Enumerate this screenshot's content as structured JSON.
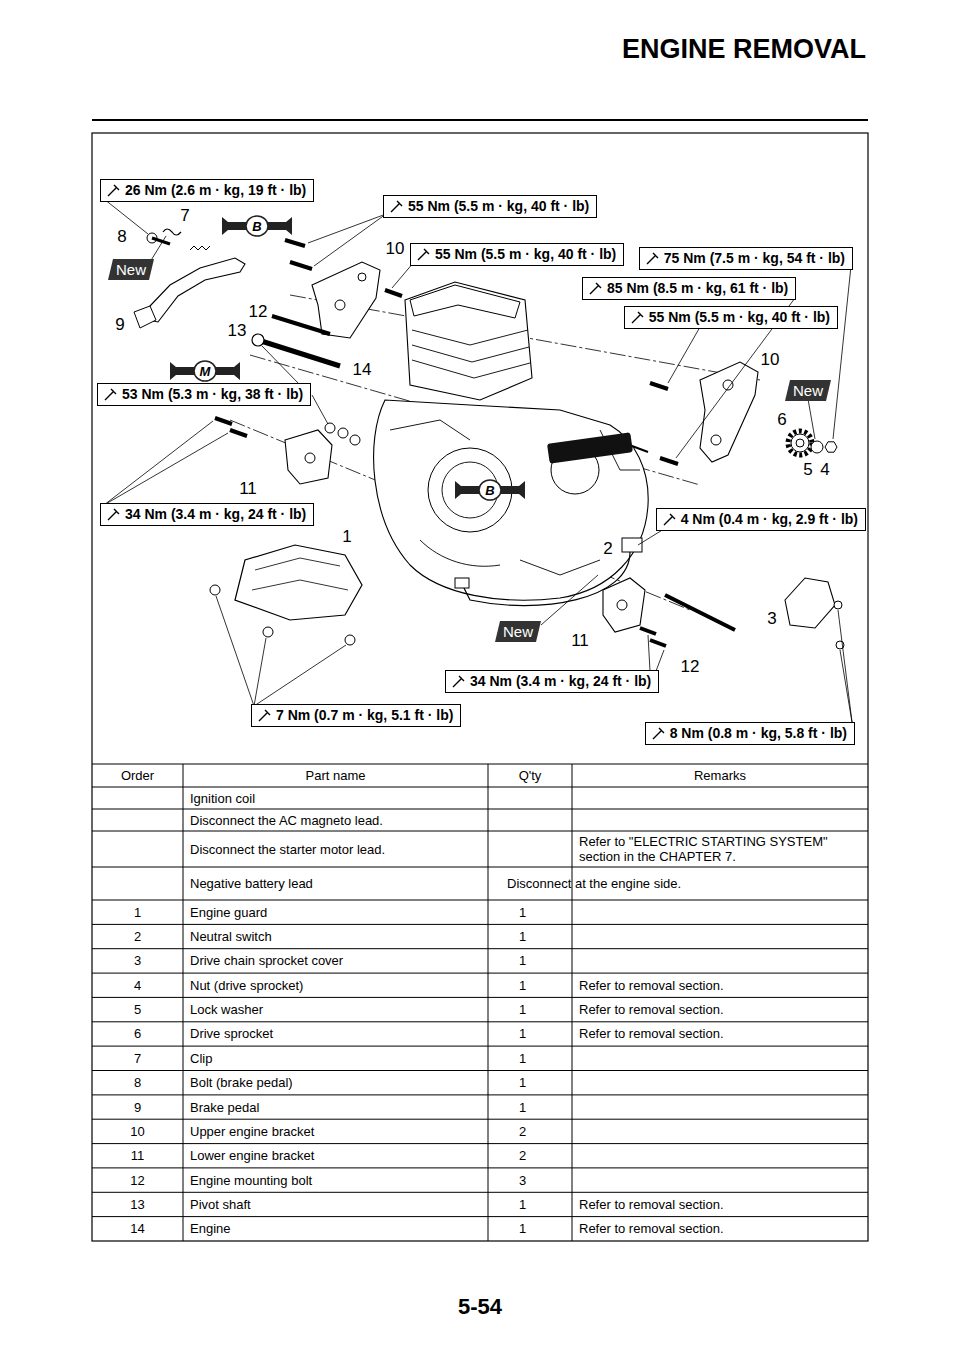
{
  "diagram": {
    "title": "ENGINE REMOVAL",
    "nodes": [
      {
        "text": [
          "26 Nm (2.6 m · kg, 19 ft · lb)"
        ]
      },
      {
        "text": [
          "55 Nm (5.5 m · kg, 40 ft · lb)"
        ]
      },
      {
        "text": [
          "B"
        ]
      },
      {
        "text": [
          "55 Nm (5.5 m · kg, 40 ft · lb)"
        ]
      },
      {
        "text": [
          "75 Nm (7.5 m · kg, 54 ft · lb)"
        ]
      },
      {
        "text": [
          "New"
        ]
      },
      {
        "text": [
          "85 Nm (8.5 m · kg, 61 ft · lb)"
        ]
      },
      {
        "text": [
          "55 Nm (5.5 m · kg, 40 ft · lb)"
        ]
      },
      {
        "text": [
          "M"
        ]
      },
      {
        "text": [
          "53 Nm (5.3 m · kg, 38 ft · lb)"
        ]
      },
      {
        "text": [
          "New"
        ]
      },
      {
        "text": [
          "34 Nm (3.4 m · kg, 24 ft · lb)"
        ]
      },
      {
        "text": [
          "B"
        ]
      },
      {
        "text": [
          "4 Nm (0.4 m · kg, 2.9 ft · lb)"
        ]
      },
      {
        "text": [
          "New"
        ]
      },
      {
        "text": [
          "34 Nm (3.4 m · kg, 24 ft · lb)"
        ]
      },
      {
        "text": [
          "7 Nm (0.7 m · kg, 5.1 ft · lb)"
        ]
      },
      {
        "text": [
          "8 Nm (0.8 m · kg, 5.8 ft · lb)"
        ]
      }
    ],
    "labels": [
      "7",
      "8",
      "9",
      "10",
      "12",
      "13",
      "14",
      "11",
      "1",
      "2",
      "10",
      "6",
      "5",
      "4",
      "11",
      "12",
      "3",
      "Order",
      "Part name",
      "Q'ty",
      "Remarks",
      "Ignition coil",
      "Disconnect the AC magneto lead.",
      "Disconnect the starter motor lead.",
      "Refer to \"ELECTRIC STARTING SYSTEM\" section in the CHAPTER 7.",
      "Negative battery lead",
      "Disconnect at the engine side.",
      "1",
      "Engine guard",
      "1",
      "2",
      "Neutral switch",
      "1",
      "3",
      "Drive chain sprocket cover",
      "1",
      "4",
      "Nut (drive sprocket)",
      "1",
      "Refer to removal section.",
      "5",
      "Lock washer",
      "1",
      "Refer to removal section.",
      "6",
      "Drive sprocket",
      "1",
      "Refer to removal section.",
      "7",
      "Clip",
      "1",
      "8",
      "Bolt (brake pedal)",
      "1",
      "9",
      "Brake pedal",
      "1",
      "10",
      "Upper engine bracket",
      "2",
      "11",
      "Lower engine bracket",
      "2",
      "12",
      "Engine mounting bolt",
      "3",
      "13",
      "Pivot shaft",
      "1",
      "Refer to removal section.",
      "14",
      "Engine",
      "1",
      "Refer to removal section.",
      "5-54"
    ]
  }
}
